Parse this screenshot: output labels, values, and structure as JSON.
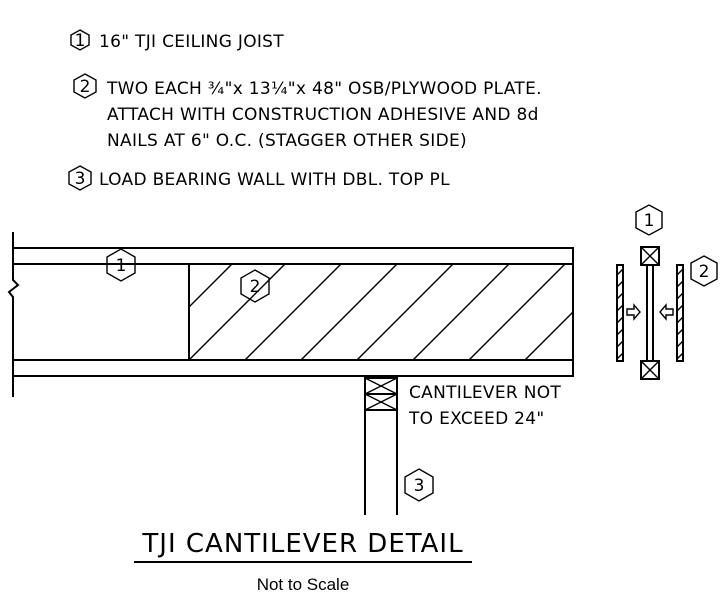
{
  "notes": [
    {
      "tag": "1",
      "lines": [
        "16\" TJI CEILING JOIST"
      ]
    },
    {
      "tag": "2",
      "lines": [
        "TWO EACH ¾\"x 13¼\"x 48\" OSB/PLYWOOD PLATE.",
        "ATTACH WITH CONSTRUCTION ADHESIVE AND 8d",
        "NAILS AT 6\" O.C. (STAGGER OTHER SIDE)"
      ]
    },
    {
      "tag": "3",
      "lines": [
        "LOAD BEARING WALL WITH DBL. TOP PL"
      ]
    }
  ],
  "elevation_tags": {
    "joist": "1",
    "plate": "2",
    "wall": "3"
  },
  "section_tags": {
    "joist": "1",
    "plate": "2"
  },
  "cantilever_note": [
    "CANTILEVER NOT",
    "TO EXCEED 24\""
  ],
  "title": "TJI CANTILEVER DETAIL",
  "subtitle": "Not to Scale",
  "colors": {
    "ink": "#000000",
    "paper": "#ffffff"
  }
}
